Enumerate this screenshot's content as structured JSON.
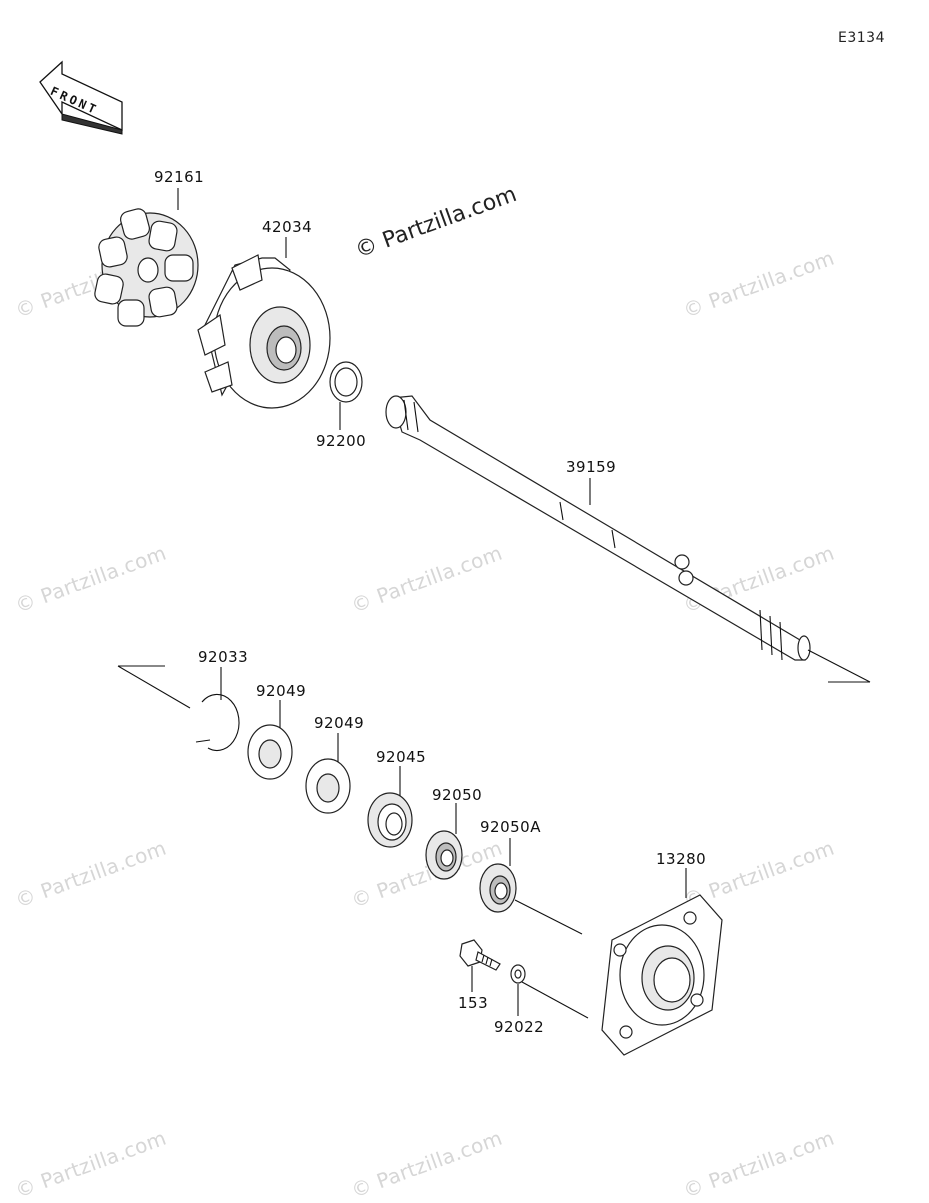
{
  "diagram_code": "E3134",
  "front_label": "FRONT",
  "watermark_main": "© Partzilla.com",
  "watermark_repeat": "© Partzilla.com",
  "parts": [
    {
      "id": "p92161",
      "number": "92161"
    },
    {
      "id": "p42034",
      "number": "42034"
    },
    {
      "id": "p92200",
      "number": "92200"
    },
    {
      "id": "p39159",
      "number": "39159"
    },
    {
      "id": "p92033",
      "number": "92033"
    },
    {
      "id": "p92049a",
      "number": "92049"
    },
    {
      "id": "p92049b",
      "number": "92049"
    },
    {
      "id": "p92045",
      "number": "92045"
    },
    {
      "id": "p92050",
      "number": "92050"
    },
    {
      "id": "p92050A",
      "number": "92050A"
    },
    {
      "id": "p13280",
      "number": "13280"
    },
    {
      "id": "p153",
      "number": "153"
    },
    {
      "id": "p92022",
      "number": "92022"
    }
  ]
}
